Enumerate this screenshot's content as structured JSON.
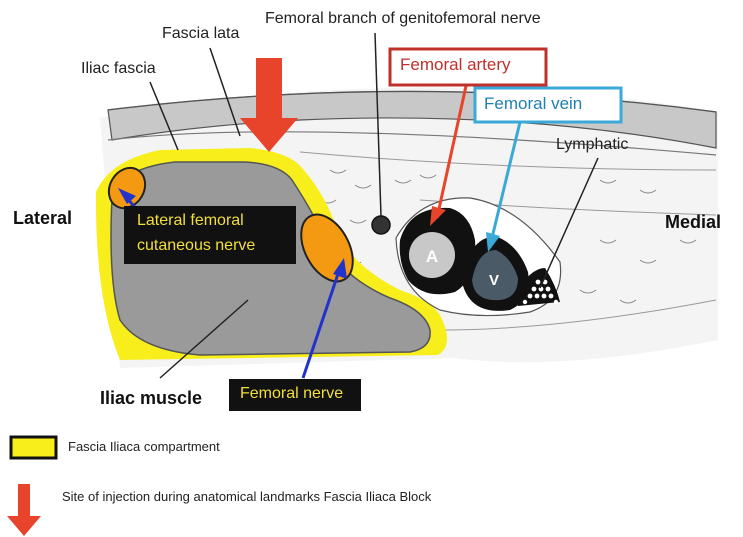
{
  "labels": {
    "fascia_lata": "Fascia lata",
    "iliac_fascia": "Iliac fascia",
    "femoral_branch": "Femoral branch of genitofemoral nerve",
    "femoral_artery": "Femoral artery",
    "femoral_vein": "Femoral vein",
    "lymphatic": "Lymphatic",
    "lateral": "Lateral",
    "medial": "Medial",
    "lateral_femoral_cutaneous_line1": "Lateral femoral",
    "lateral_femoral_cutaneous_line2": "cutaneous nerve",
    "iliac_muscle": "Iliac muscle",
    "femoral_nerve": "Femoral nerve",
    "artery_letter": "A",
    "vein_letter": "V"
  },
  "legend": {
    "compartment": "Fascia Iliaca compartment",
    "injection": "Site of injection during anatomical landmarks Fascia Iliaca Block"
  },
  "colors": {
    "artery_box": "#c0302a",
    "vein_box": "#3aa9d8",
    "fascia_iliaca": "#f7ee1c",
    "nerve": "#f39a12",
    "injection_arrow": "#e8432b",
    "blue_arrow": "#2233cc",
    "muscle": "#9a9a9a"
  }
}
